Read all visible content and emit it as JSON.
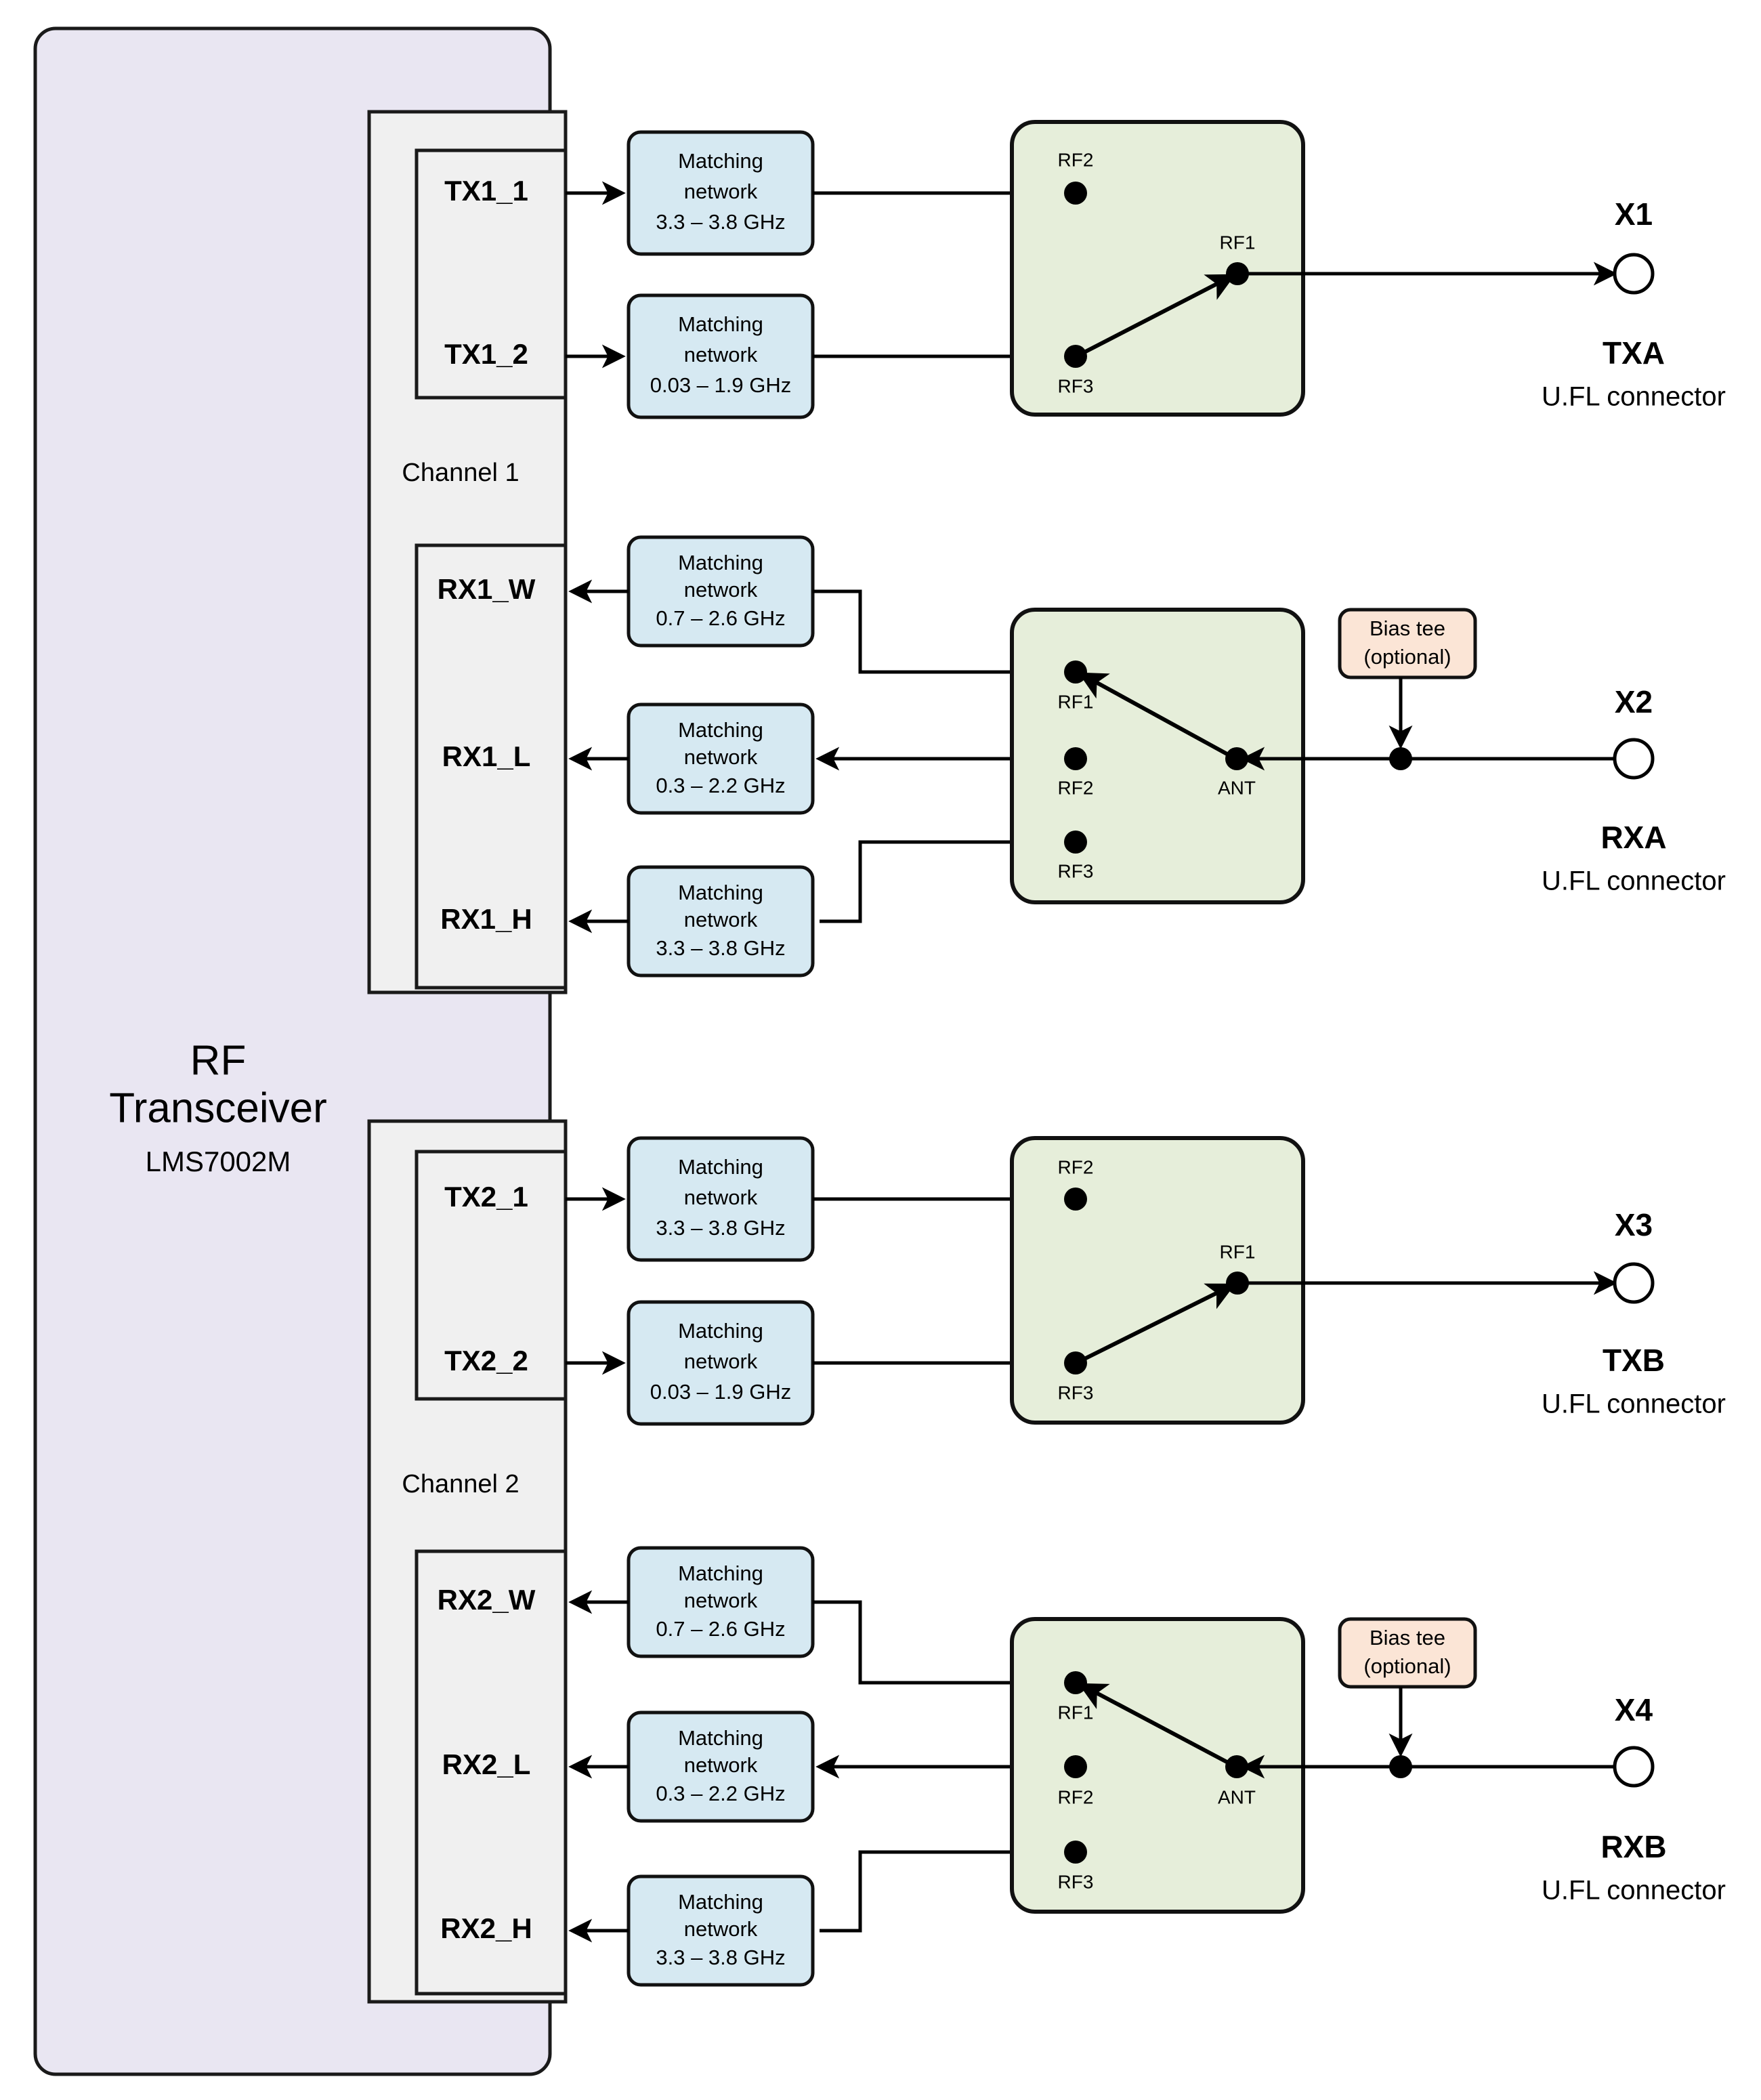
{
  "diagram": {
    "title": "RF Transceiver",
    "subtitle": "LMS7002M",
    "colors": {
      "transceiver_fill": "#e9e6f2",
      "channel_fill": "#f0f0f0",
      "matching_fill": "#d6e9f2",
      "switch_fill": "#e6eeda",
      "bias_fill": "#fbe5d6",
      "line": "#000000"
    }
  },
  "channels": [
    {
      "id": "ch1",
      "label": "Channel 1"
    },
    {
      "id": "ch2",
      "label": "Channel 2"
    }
  ],
  "ports": {
    "tx1_1": "TX1_1",
    "tx1_2": "TX1_2",
    "rx1_w": "RX1_W",
    "rx1_l": "RX1_L",
    "rx1_h": "RX1_H",
    "tx2_1": "TX2_1",
    "tx2_2": "TX2_2",
    "rx2_w": "RX2_W",
    "rx2_l": "RX2_L",
    "rx2_h": "RX2_H"
  },
  "matching_networks": {
    "title_line1": "Matching",
    "title_line2": "network",
    "tx1_high": "3.3 – 3.8 GHz",
    "tx1_low": "0.03 – 1.9 GHz",
    "rx1_w": "0.7 – 2.6 GHz",
    "rx1_l": "0.3 – 2.2 GHz",
    "rx1_h": "3.3 – 3.8 GHz",
    "tx2_high": "3.3 – 3.8 GHz",
    "tx2_low": "0.03 – 1.9 GHz",
    "rx2_w": "0.7 – 2.6 GHz",
    "rx2_l": "0.3 – 2.2 GHz",
    "rx2_h": "3.3 – 3.8 GHz"
  },
  "switches": {
    "tx_ports": {
      "p1": "RF2",
      "p2": "RF3",
      "common": "RF1"
    },
    "rx_ports": {
      "p1": "RF1",
      "p2": "RF2",
      "p3": "RF3",
      "common": "ANT"
    }
  },
  "bias_tee": {
    "line1": "Bias tee",
    "line2": "(optional)"
  },
  "connectors": [
    {
      "id": "X1",
      "name": "TXA",
      "sub": "U.FL connector"
    },
    {
      "id": "X2",
      "name": "RXA",
      "sub": "U.FL connector"
    },
    {
      "id": "X3",
      "name": "TXB",
      "sub": "U.FL connector"
    },
    {
      "id": "X4",
      "name": "RXB",
      "sub": "U.FL connector"
    }
  ]
}
